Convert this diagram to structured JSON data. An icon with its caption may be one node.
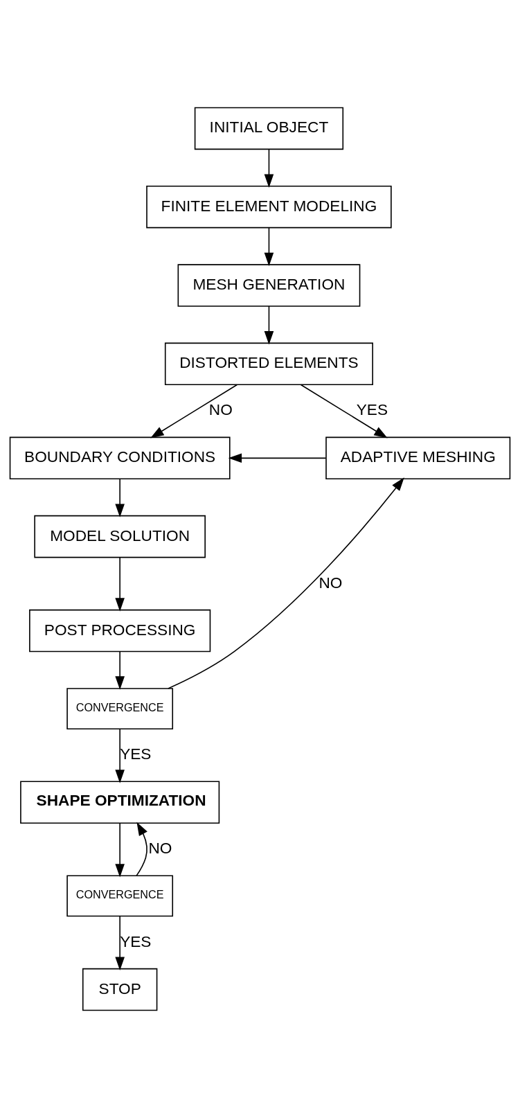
{
  "diagram": {
    "nodes": [
      {
        "text": [
          "INITIAL OBJECT"
        ]
      },
      {
        "text": [
          "FINITE ELEMENT MODELING"
        ]
      },
      {
        "text": [
          "MESH GENERATION"
        ]
      },
      {
        "text": [
          "DISTORTED ELEMENTS"
        ]
      },
      {
        "text": [
          "BOUNDARY CONDITIONS"
        ]
      },
      {
        "text": [
          "ADAPTIVE MESHING"
        ]
      },
      {
        "text": [
          "MODEL SOLUTION"
        ]
      },
      {
        "text": [
          "POST PROCESSING"
        ]
      },
      {
        "text": [
          "CONVERGENCE"
        ]
      },
      {
        "text": [
          "SHAPE OPTIMIZATION"
        ]
      },
      {
        "text": [
          "CONVERGENCE"
        ]
      },
      {
        "text": [
          "STOP"
        ]
      }
    ],
    "edges": [
      {
        "from": 0,
        "to": 1,
        "arrow": "to"
      },
      {
        "from": 1,
        "to": 2,
        "arrow": "to"
      },
      {
        "from": 2,
        "to": 3,
        "arrow": "to"
      },
      {
        "from": 3,
        "to": 4,
        "arrow": "to",
        "label": "NO"
      },
      {
        "from": 3,
        "to": 5,
        "arrow": "to",
        "label": "YES"
      },
      {
        "from": 5,
        "to": 4,
        "arrow": "to"
      },
      {
        "from": 4,
        "to": 6,
        "arrow": "to"
      },
      {
        "from": 6,
        "to": 7,
        "arrow": "to"
      },
      {
        "from": 7,
        "to": 8,
        "arrow": "to"
      },
      {
        "from": 8,
        "to": 5,
        "arrow": "to",
        "label": "NO"
      },
      {
        "from": 8,
        "to": 9,
        "arrow": "to",
        "label": "YES"
      },
      {
        "from": 9,
        "to": 10,
        "arrow": "to"
      },
      {
        "from": 10,
        "to": 9,
        "arrow": "to",
        "label": "NO"
      },
      {
        "from": 10,
        "to": 11,
        "arrow": "to",
        "label": "YES"
      }
    ]
  }
}
